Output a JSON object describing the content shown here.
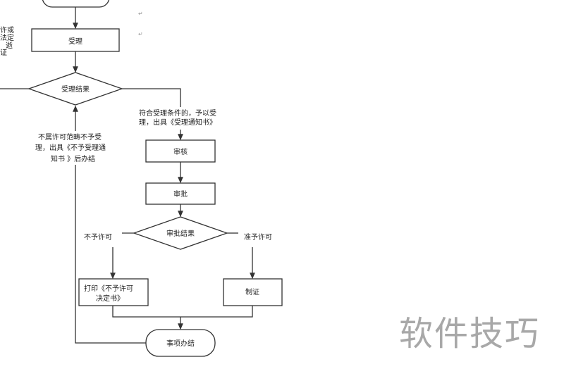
{
  "nodes": {
    "accept": "受理",
    "accept_result": "受理结果",
    "review": "审核",
    "approve": "审批",
    "approve_result": "审批结果",
    "print_denial": [
      "打印《不予许可",
      "决定书》"
    ],
    "issue_cert": "制证",
    "complete": "事项办结"
  },
  "labels": {
    "accept_yes": [
      "符合受理条件的，予以受",
      "理，出具《受理通知书》"
    ],
    "accept_no": [
      "不属许可范畴不予受",
      "理，出具《不予受理通",
      "知书 》后办结"
    ],
    "deny": "不予许可",
    "grant": "准予许可",
    "left_cutoff": [
      "许或",
      "法定",
      "逝",
      "证"
    ]
  },
  "watermark": "软件技巧"
}
